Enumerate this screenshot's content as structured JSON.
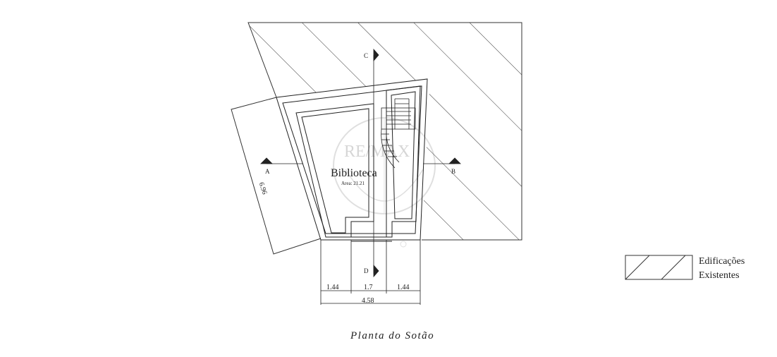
{
  "plan": {
    "room_name": "Biblioteca",
    "room_area": "Area: 21.21",
    "section_labels": {
      "a": "A",
      "b": "B",
      "c": "C",
      "d": "D"
    },
    "dimensions": {
      "side_length": "6.96",
      "bottom_left": "1.44",
      "bottom_middle": "1.7",
      "bottom_right": "1.44",
      "bottom_total": "4.58"
    },
    "watermark": "RE/MAX"
  },
  "legend": {
    "line1": "Edificações",
    "line2": "Existentes"
  },
  "caption": "Planta do Sotão"
}
